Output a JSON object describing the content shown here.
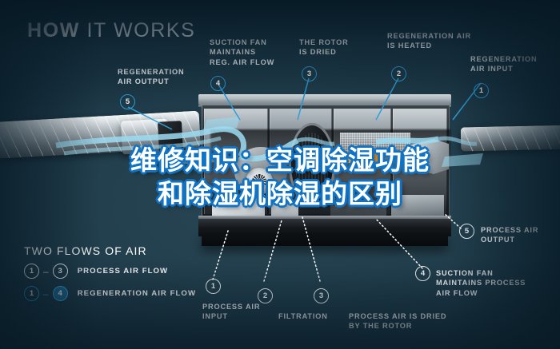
{
  "header": {
    "title_bold": "HOW",
    "title_rest": "IT WORKS"
  },
  "overlay": {
    "line1": "维修知识：空调除湿功能",
    "line2": "和除湿机除湿的区别",
    "stroke_color": "#1173c4",
    "text_color": "#ffffff"
  },
  "callouts": {
    "regeneration_air_output": {
      "label": "REGENERATION\nAIR OUTPUT",
      "marker": "5",
      "style": "blue"
    },
    "suction_fan_reg": {
      "label": "SUCTION FAN\nMAINTAINS\nREG. AIR FLOW",
      "marker": "4",
      "style": "blue"
    },
    "rotor_dried": {
      "label": "THE ROTOR\nIS DRIED",
      "marker": "3",
      "style": "blue"
    },
    "regeneration_air_heated": {
      "label": "REGENERATION AIR\nIS HEATED",
      "marker": "2",
      "style": "blue"
    },
    "regeneration_air_input": {
      "label": "REGENERATION\nAIR INPUT",
      "marker": "1",
      "style": "blue"
    },
    "process_air_output": {
      "label": "PROCESS AIR\nOUTPUT",
      "marker": "5",
      "style": "white"
    },
    "process_air_input": {
      "label": "PROCESS AIR\nINPUT",
      "marker": "1",
      "style": "white"
    },
    "filtration": {
      "label": "FILTRATION",
      "marker": "2",
      "style": "white"
    },
    "process_air_dried": {
      "label": "PROCESS AIR IS DRIED\nBY THE ROTOR",
      "marker": "3",
      "style": "white"
    },
    "suction_fan_process": {
      "label": "SUCTION FAN\nMAINTAINS PROCESS\nAIR FLOW",
      "marker": "4",
      "style": "white"
    }
  },
  "legend": {
    "title": "TWO FLOWS OF AIR",
    "rows": [
      {
        "from": "1",
        "dash": "–",
        "to": "3",
        "label": "PROCESS AIR FLOW",
        "style": "white"
      },
      {
        "from": "1",
        "dash": "–",
        "to": "4",
        "label": "REGENERATION AIR FLOW",
        "style": "blue"
      }
    ]
  },
  "colors": {
    "background_dark": "#0a1f2c",
    "background_mid": "#23404e",
    "accent_blue": "#2da3dd",
    "airflow_blue": "#8fd3ef",
    "heater_orange": "#ef9b2d"
  }
}
